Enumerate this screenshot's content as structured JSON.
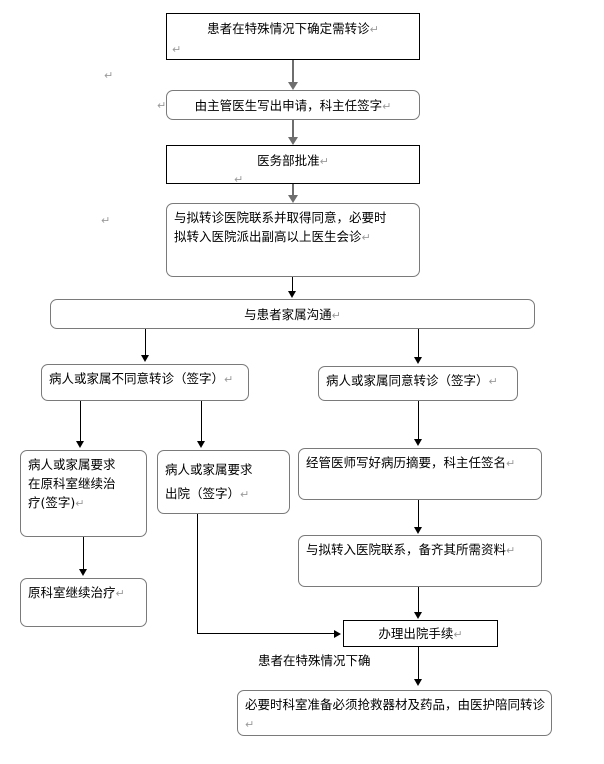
{
  "document": {
    "title": "转诊流程图",
    "type": "flowchart",
    "background_color": "#ffffff",
    "text_color": "#000000",
    "box_border_color": "#000000",
    "rounded_box_border_color": "#7a7a7a",
    "connector_color": "#000000",
    "pilcrow_color": "#9a9a9a"
  },
  "nodes": {
    "n1_referral_needed": "患者在特殊情况下确定需转诊",
    "n2_doctor_application": "由主管医生写出申请，科主任签字",
    "n3_medical_dept_approval": "医务部批准",
    "n4_contact_hospital_line1": "与拟转诊医院联系并取得同意，必要时",
    "n4_contact_hospital_line2": "拟转入医院派出副高以上医生会诊",
    "n5_communicate_family": "与患者家属沟通",
    "n6_disagree": "病人或家属不同意转诊（签字）",
    "n7_agree": "病人或家属同意转诊（签字）",
    "n8_continue_request_line1": "病人或家属要求",
    "n8_continue_request_line2": "在原科室继续治",
    "n8_continue_request_line3": "疗(签字)",
    "n9_discharge_request_line1": "病人或家属要求",
    "n9_discharge_request_line2": "出院（签字）",
    "n10_write_summary": "经管医师写好病历摘要，科主任签名",
    "n11_continue_treatment": "原科室继续治疗",
    "n12_prepare_materials": "与拟转入医院联系，备齐其所需资料",
    "n13_discharge_procedure": "办理出院手续",
    "n14_prepare_equipment": "必要时科室准备必须抢救器材及药品，由医护陪同转诊"
  },
  "annotations": {
    "stray_caption": "患者在特殊情况下确",
    "pilcrow": "↵"
  }
}
